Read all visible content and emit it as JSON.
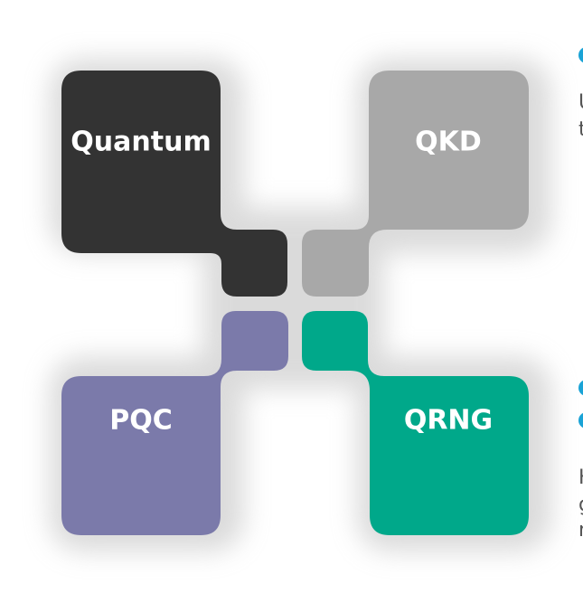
{
  "petals": [
    {
      "id": "top-left",
      "label": "Quantum",
      "color": "#333333",
      "label_color": "#ffffff"
    },
    {
      "id": "top-right",
      "label": "QKD",
      "color": "#a8a8a8",
      "label_color": "#ffffff"
    },
    {
      "id": "bottom-left",
      "label": "PQC",
      "color": "#7b7aaa",
      "label_color": "#ffffff"
    },
    {
      "id": "bottom-right",
      "label": "QRNG",
      "color": "#00a88a",
      "label_color": "#ffffff"
    }
  ],
  "side_text": {
    "upper": {
      "line1": "U",
      "line2": "t"
    },
    "lower": {
      "line1": "H",
      "line2": "g",
      "line3": "n"
    }
  },
  "accent_dot_color": "#1aa3d6",
  "glow_color": "#e9e9e9"
}
